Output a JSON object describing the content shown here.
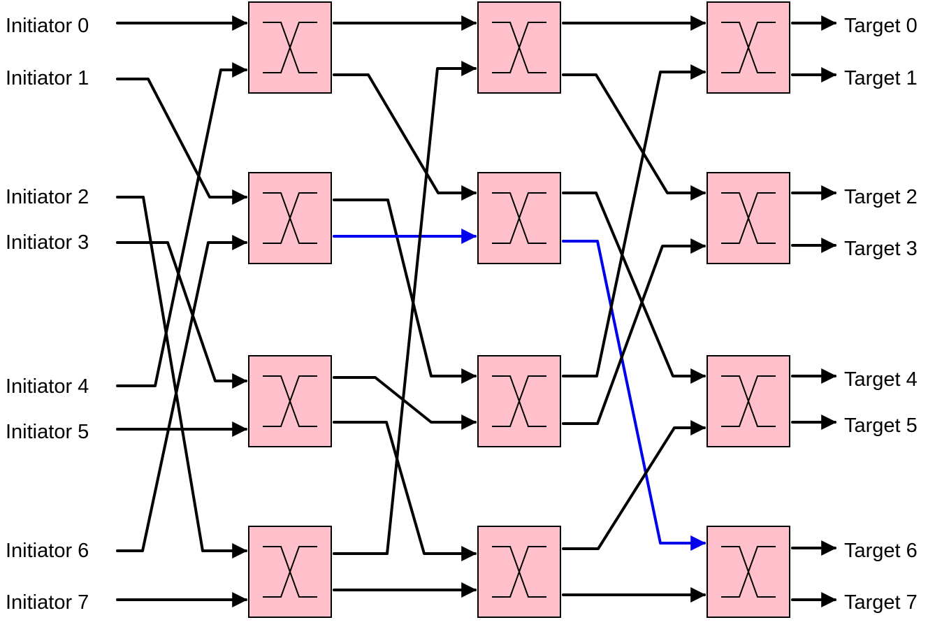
{
  "diagram": {
    "initiators": [
      "Initiator 0",
      "Initiator 1",
      "Initiator 2",
      "Initiator 3",
      "Initiator 4",
      "Initiator 5",
      "Initiator 6",
      "Initiator 7"
    ],
    "targets": [
      "Target 0",
      "Target 1",
      "Target 2",
      "Target 3",
      "Target 4",
      "Target 5",
      "Target 6",
      "Target 7"
    ],
    "stages": 3,
    "switches_per_stage": 4,
    "switch_color": "#ffc0cb",
    "wire_color": "#000000",
    "highlight_color": "#0000ee",
    "highlighted_route": "Initiator 3 → Target 6"
  }
}
